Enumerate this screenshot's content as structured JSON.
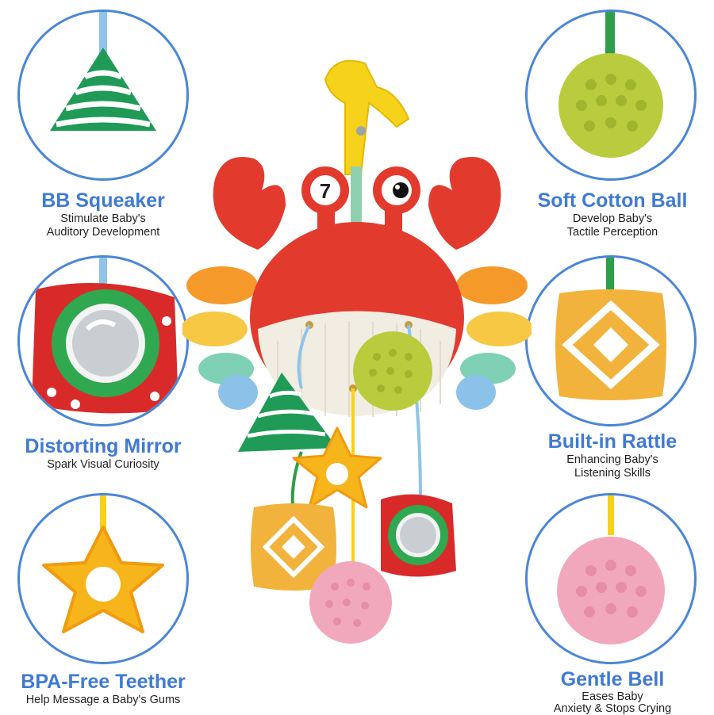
{
  "features": [
    {
      "id": "bb-squeaker",
      "title": "BB Squeaker",
      "desc": "Stimulate Baby's\nAuditory Development"
    },
    {
      "id": "soft-cotton-ball",
      "title": "Soft Cotton Ball",
      "desc": "Develop Baby's\nTactile Perception"
    },
    {
      "id": "distorting-mirror",
      "title": "Distorting Mirror",
      "desc": "Spark Visual Curiosity"
    },
    {
      "id": "built-in-rattle",
      "title": "Built-in Rattle",
      "desc": "Enhancing Baby's\nListening Skills"
    },
    {
      "id": "bpa-free-teether",
      "title": "BPA-Free Teether",
      "desc": "Help Message a Baby's Gums"
    },
    {
      "id": "gentle-bell",
      "title": "Gentle Bell",
      "desc": "Eases Baby\nAnxiety & Stops Crying"
    }
  ],
  "toy": {
    "name_tag": "7",
    "colors": {
      "circle_border": "#4a86d8",
      "title_blue": "#3f7ad2",
      "crab_red": "#e23b2e",
      "belly_cream": "#f2ede2",
      "green_stripe": "#1f9a57",
      "lime_ball": "#b8cc3e",
      "pink_ball": "#f2a8bc",
      "teether_yellow": "#f7b51c",
      "clip_yellow": "#f6d21a"
    }
  }
}
